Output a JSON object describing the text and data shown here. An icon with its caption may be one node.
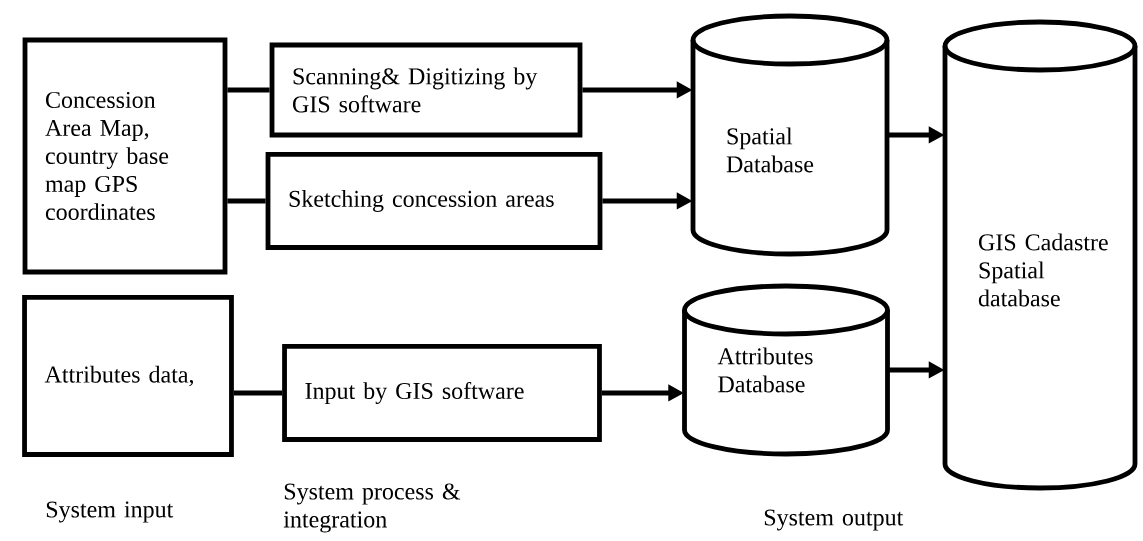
{
  "diagram": {
    "nodes": [
      {
        "text": [
          "Concession Area Map, country base map GPS coordinates"
        ]
      },
      {
        "text": [
          "Scanning& Digitizing by GIS software"
        ]
      },
      {
        "text": [
          "Sketching concession areas"
        ]
      },
      {
        "text": [
          "Spatial Database"
        ]
      },
      {
        "text": [
          "GIS Cadastre Spatial database"
        ]
      },
      {
        "text": [
          "Attributes data,"
        ]
      },
      {
        "text": [
          "Input by GIS software"
        ]
      },
      {
        "text": [
          "Attributes Database"
        ]
      }
    ],
    "edges": [
      {
        "from": 0,
        "to": 1,
        "arrow": "none"
      },
      {
        "from": 0,
        "to": 2,
        "arrow": "none"
      },
      {
        "from": 1,
        "to": 3,
        "arrow": "to"
      },
      {
        "from": 2,
        "to": 3,
        "arrow": "to"
      },
      {
        "from": 3,
        "to": 4,
        "arrow": "to"
      },
      {
        "from": 5,
        "to": 6,
        "arrow": "none"
      },
      {
        "from": 6,
        "to": 7,
        "arrow": "to"
      },
      {
        "from": 7,
        "to": 4,
        "arrow": "to"
      }
    ],
    "labels": [
      "System input",
      "System process & integration",
      "System output"
    ]
  }
}
